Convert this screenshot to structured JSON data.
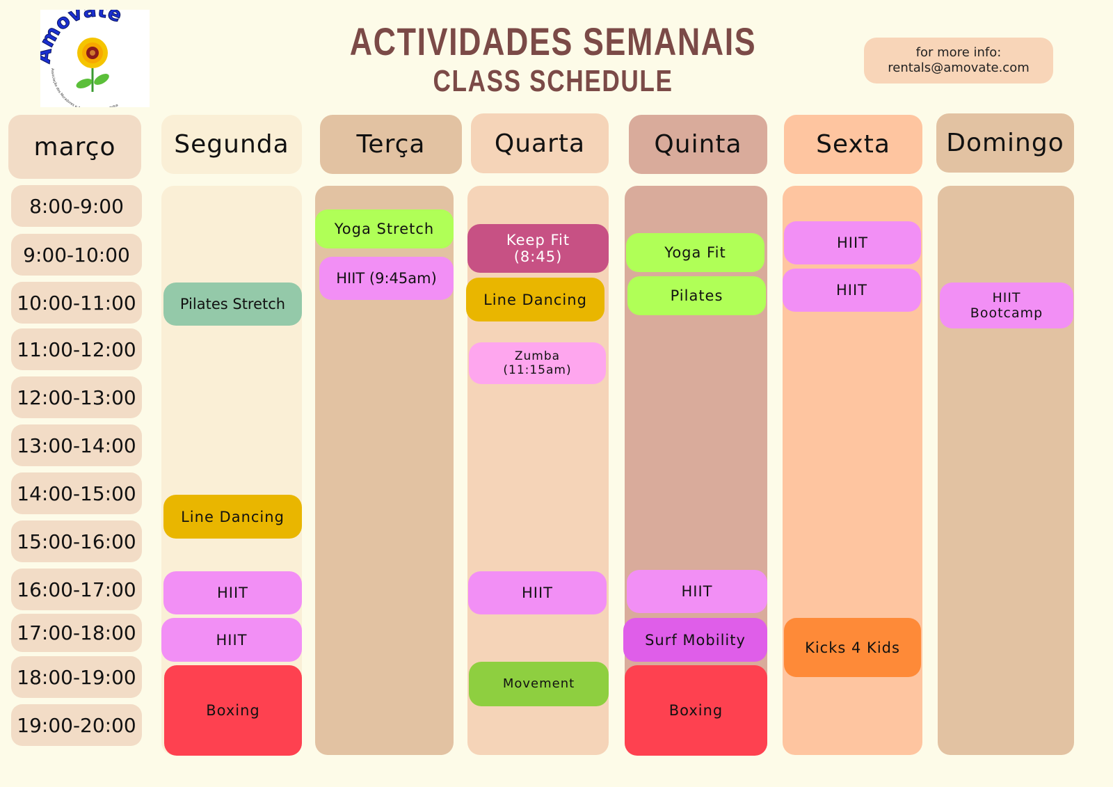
{
  "header": {
    "title": "ACTIVIDADES SEMANAIS",
    "subtitle": "CLASS SCHEDULE",
    "info_line1": "for more info:",
    "info_line2": "rentals@amovate.com",
    "logo_text": "Amovate",
    "logo_tagline": "Associação dos Moradores e Amigos do Vale da Telha"
  },
  "month": "março",
  "days": [
    "Segunda",
    "Terça",
    "Quarta",
    "Quinta",
    "Sexta",
    "Domingo"
  ],
  "times": [
    "8:00-9:00",
    "9:00-10:00",
    "10:00-11:00",
    "11:00-12:00",
    "12:00-13:00",
    "13:00-14:00",
    "14:00-15:00",
    "15:00-16:00",
    "16:00-17:00",
    "17:00-18:00",
    "18:00-19:00",
    "19:00-20:00"
  ],
  "events": {
    "segunda": [
      "Pilates Stretch",
      "Line Dancing",
      "HIIT",
      "HIIT",
      "Boxing"
    ],
    "terca": [
      "Yoga Stretch",
      "HIIT (9:45am)"
    ],
    "quarta": [
      "Keep Fit\n(8:45)",
      "Line Dancing",
      "Zumba\n(11:15am)",
      "HIIT",
      "Movement"
    ],
    "quinta": [
      "Yoga Fit",
      "Pilates",
      "HIIT",
      "Surf Mobility",
      "Boxing"
    ],
    "sexta": [
      "HIIT",
      "HIIT",
      "Kicks 4 Kids"
    ],
    "domingo": [
      "HIIT\nBootcamp"
    ]
  },
  "colors": {
    "green": "#b0ff57",
    "pink": "#f28ff5",
    "gold": "#e9b600",
    "red": "#fe4150",
    "sage": "#94c9a9",
    "magenta": "#c75184",
    "lightpink": "#fea6ee",
    "olive": "#8ecf40",
    "violet": "#df5ee9",
    "orange": "#fe8a38"
  }
}
